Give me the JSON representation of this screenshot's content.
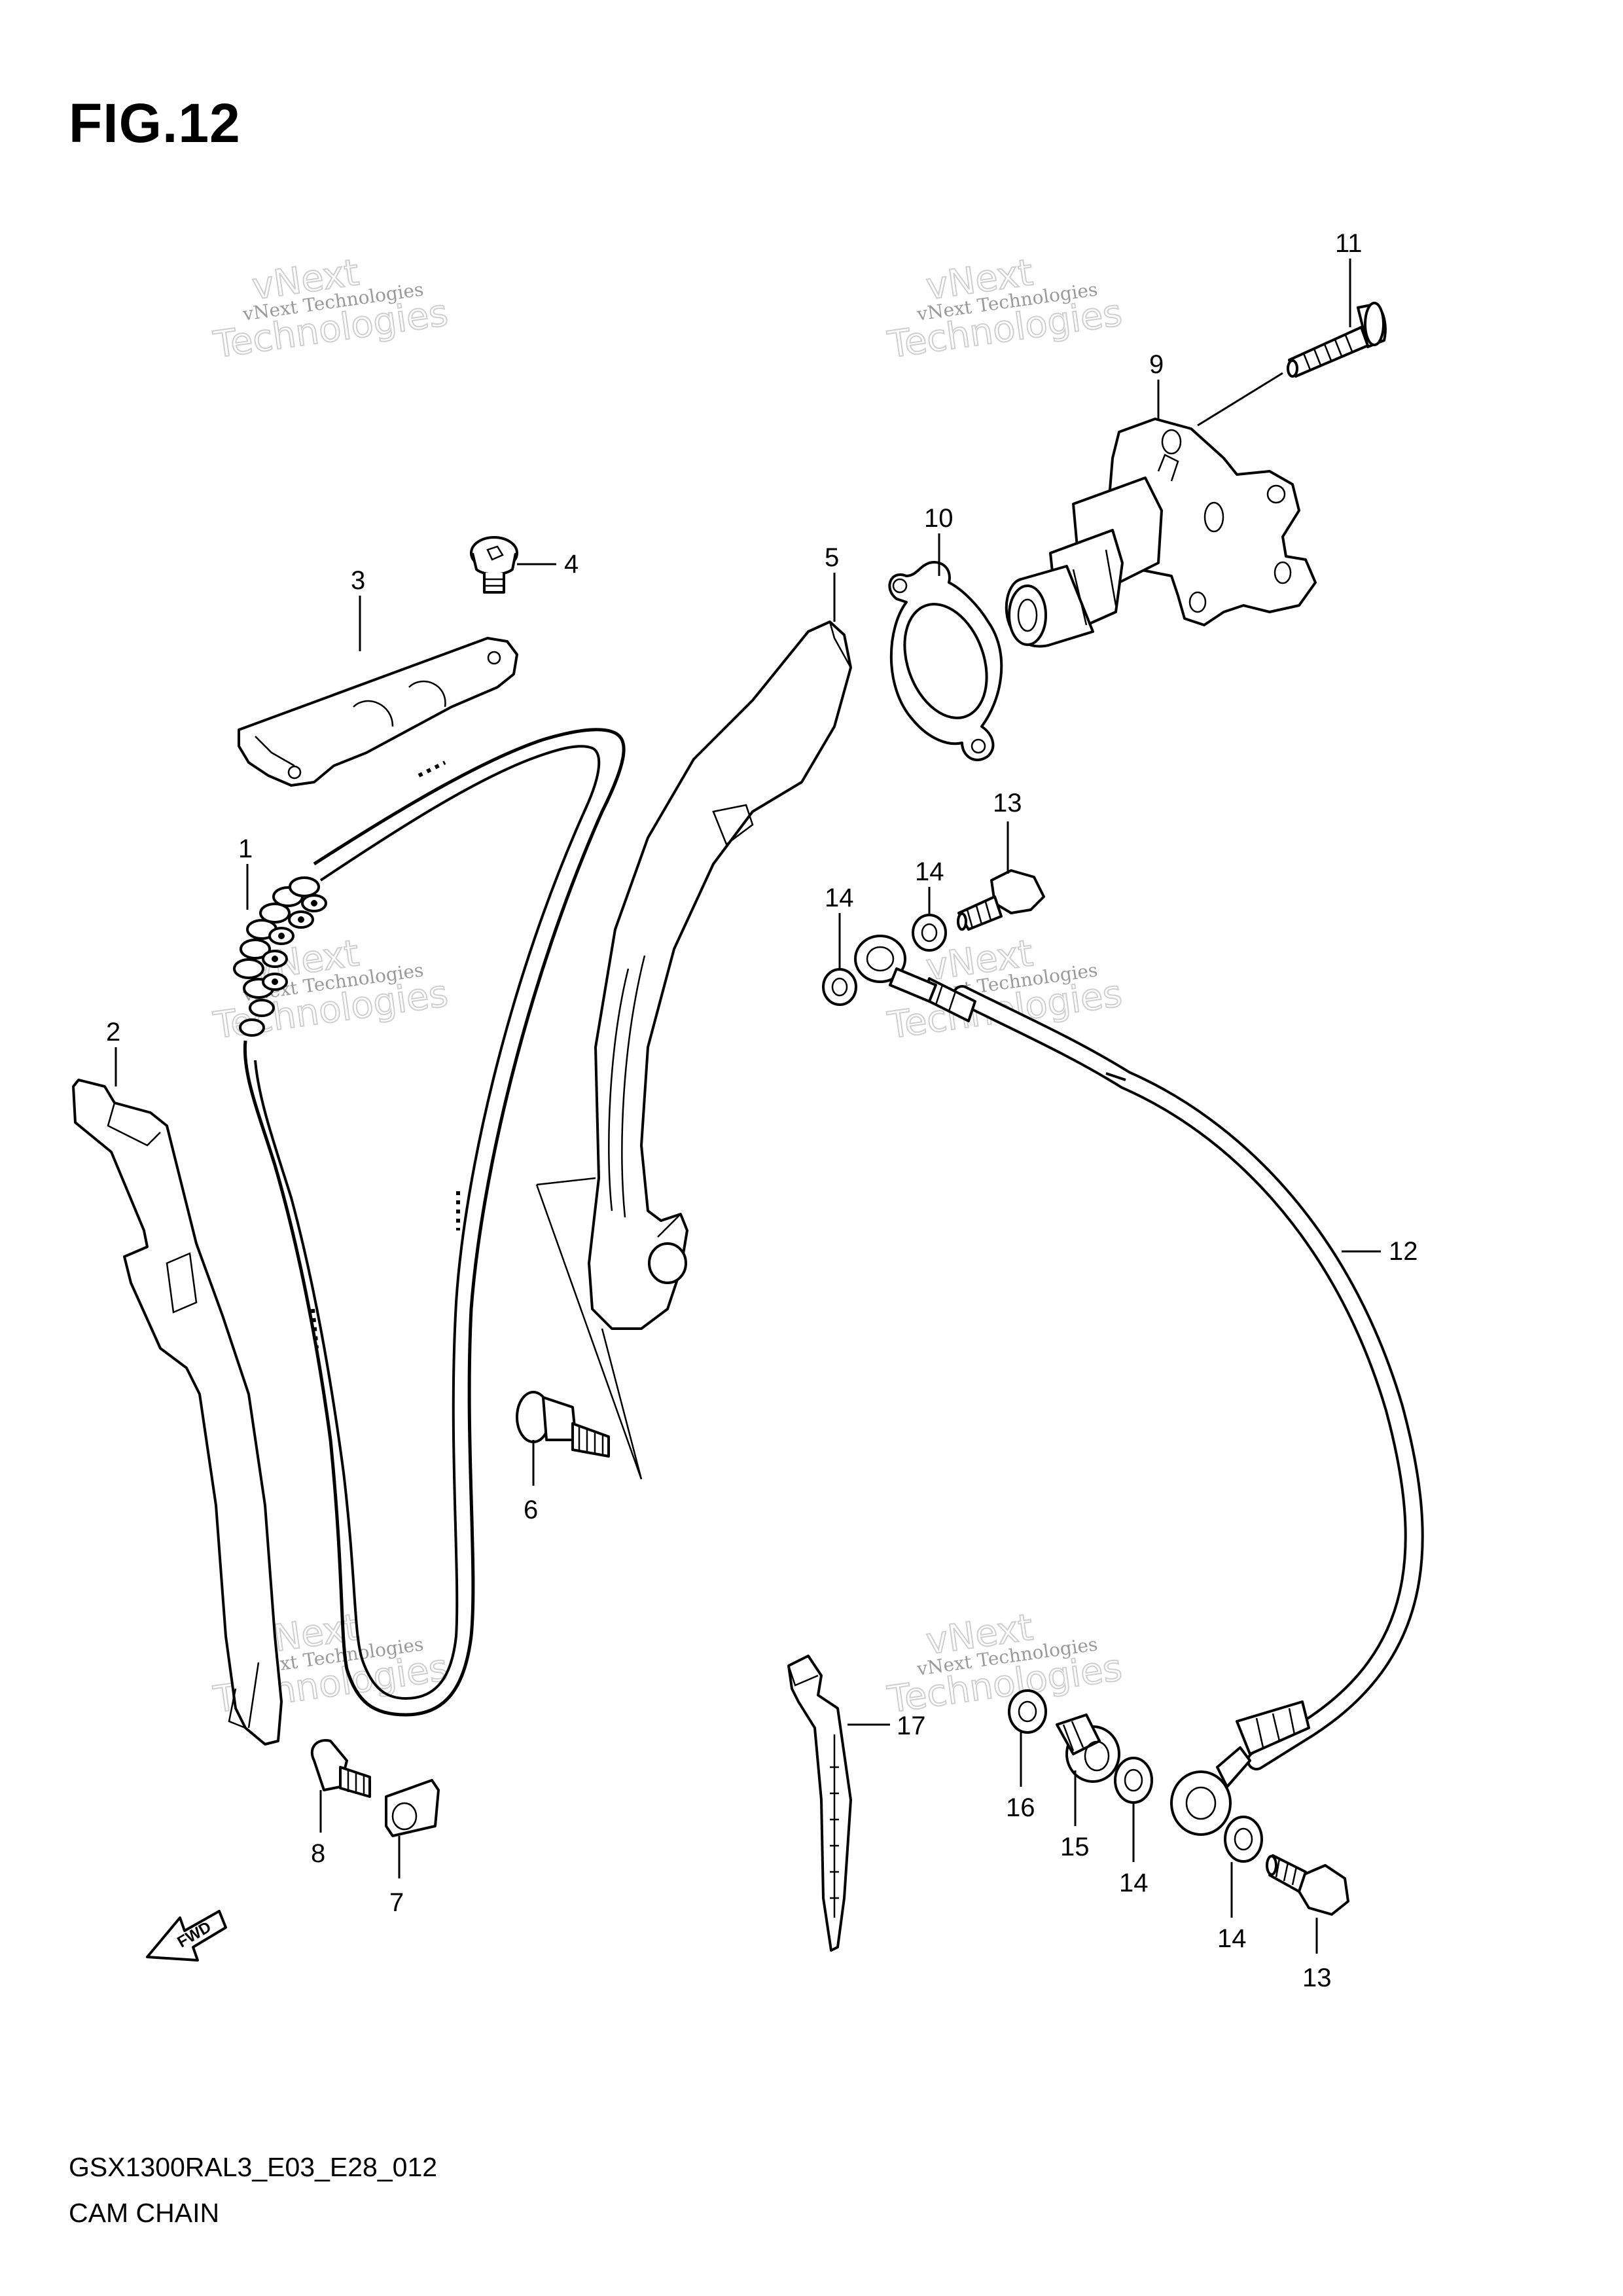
{
  "figure": {
    "title": "FIG.12"
  },
  "footer": {
    "code": "GSX1300RAL3_E03_E28_012",
    "name": "CAM CHAIN"
  },
  "watermark": {
    "line1": "vNext Technologies",
    "line2": "vNext",
    "line3": "Technologies"
  },
  "fwd_label": "FWD",
  "callouts": [
    {
      "label": "1"
    },
    {
      "label": "2"
    },
    {
      "label": "3"
    },
    {
      "label": "4"
    },
    {
      "label": "5"
    },
    {
      "label": "6"
    },
    {
      "label": "7"
    },
    {
      "label": "8"
    },
    {
      "label": "9"
    },
    {
      "label": "10"
    },
    {
      "label": "11"
    },
    {
      "label": "12"
    },
    {
      "label": "13"
    },
    {
      "label": "13"
    },
    {
      "label": "14"
    },
    {
      "label": "14"
    },
    {
      "label": "14"
    },
    {
      "label": "14"
    },
    {
      "label": "15"
    },
    {
      "label": "16"
    },
    {
      "label": "17"
    }
  ]
}
